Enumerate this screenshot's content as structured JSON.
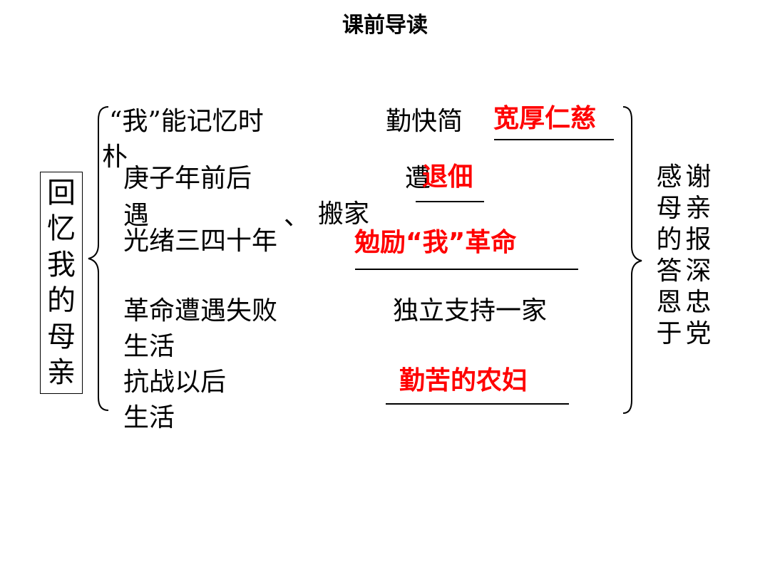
{
  "title": "课前导读",
  "left_label": [
    "回",
    "忆",
    "我",
    "的",
    "母",
    "亲"
  ],
  "rows": {
    "r1_event": "“我”能记忆时",
    "r1_trait": "勤快简",
    "r1_answer": "宽厚仁慈",
    "r1_wrap": "朴",
    "r2_event": "庚子年前后",
    "r2_trait": "遭",
    "r2_answer": "退佃",
    "r2_cont": "遇",
    "r2_comma": "、",
    "r2_trait2": "搬家",
    "r3_event": "光绪三四十年",
    "r3_answer": "勉励“我”革命",
    "r4_event": "革命遭遇失败",
    "r4_trait": "独立支持一家",
    "r4_cont": "生活",
    "r5_event": "抗战以后",
    "r5_answer": "勤苦的农妇",
    "r5_cont": "生活"
  },
  "right_label": [
    "感",
    "谢",
    "母",
    "亲",
    "的",
    "报",
    "答",
    "深",
    "恩",
    "忠",
    "于",
    "党"
  ],
  "colors": {
    "answer": "#ff0000",
    "text": "#000000"
  }
}
